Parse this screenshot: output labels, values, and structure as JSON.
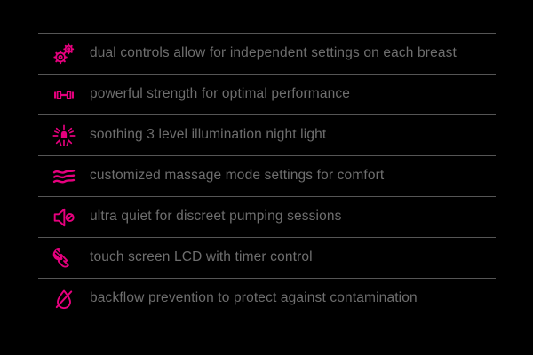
{
  "theme": {
    "background_color": "#000000",
    "icon_color": "#E6007E",
    "text_color": "#6e6e6e",
    "divider_color": "#555555"
  },
  "feature_list": {
    "items": [
      {
        "icon": "gears-icon",
        "label": "dual controls allow for independent settings on each breast"
      },
      {
        "icon": "dumbbell-icon",
        "label": "powerful strength for optimal performance"
      },
      {
        "icon": "night-light-icon",
        "label": "soothing 3 level illumination night light"
      },
      {
        "icon": "massage-waves-icon",
        "label": "customized massage mode settings for comfort"
      },
      {
        "icon": "mute-speaker-icon",
        "label": "ultra quiet for discreet pumping sessions"
      },
      {
        "icon": "touch-hand-icon",
        "label": "touch screen LCD with timer control"
      },
      {
        "icon": "no-backflow-droplet-icon",
        "label": "backflow prevention to protect against contamination"
      }
    ]
  }
}
